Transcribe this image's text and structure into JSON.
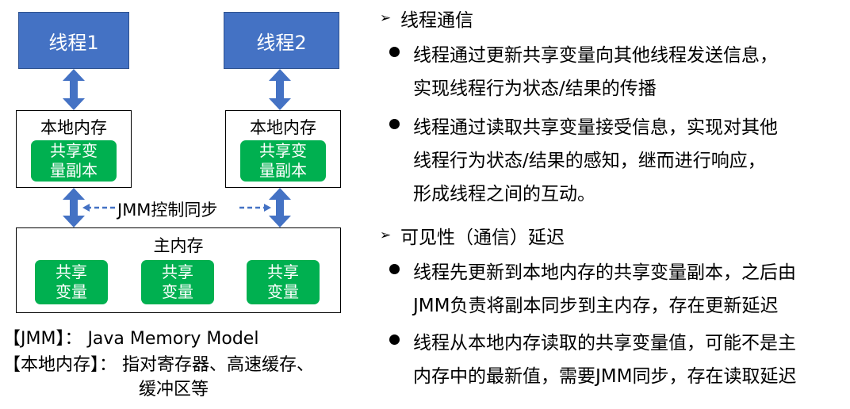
{
  "diagram": {
    "thread1": "线程1",
    "thread2": "线程2",
    "local_memory_left": {
      "title": "本地内存",
      "copy_line1": "共享变",
      "copy_line2": "量副本"
    },
    "local_memory_right": {
      "title": "本地内存",
      "copy_line1": "共享变",
      "copy_line2": "量副本"
    },
    "sync_label": "JMM控制同步",
    "main_memory": {
      "title": "主内存",
      "vars": [
        {
          "line1": "共享",
          "line2": "变量"
        },
        {
          "line1": "共享",
          "line2": "变量"
        },
        {
          "line1": "共享",
          "line2": "变量"
        }
      ]
    },
    "colors": {
      "thread": "#4472c4",
      "shared": "#00b050",
      "arrow": "#4472c4"
    }
  },
  "notes": {
    "jmm_line": "【JMM】： Java Memory Model",
    "local_line1": "【本地内存】： 指对寄存器、高速缓存、",
    "local_line2": "缓冲区等"
  },
  "sections": [
    {
      "heading": "线程通信",
      "bullets": [
        {
          "lines": [
            "线程通过更新共享变量向其他线程发送信息，",
            "实现线程行为状态/结果的传播"
          ]
        },
        {
          "lines": [
            "线程通过读取共享变量接受信息，实现对其他",
            "线程行为状态/结果的感知，继而进行响应，",
            "形成线程之间的互动。"
          ]
        }
      ]
    },
    {
      "heading": "可见性（通信）延迟",
      "bullets": [
        {
          "lines": [
            "线程先更新到本地内存的共享变量副本，之后由",
            "JMM负责将副本同步到主内存，存在更新延迟"
          ]
        },
        {
          "lines": [
            "线程从本地内存读取的共享变量值，可能不是主",
            "内存中的最新值，需要JMM同步，存在读取延迟"
          ]
        }
      ]
    }
  ]
}
